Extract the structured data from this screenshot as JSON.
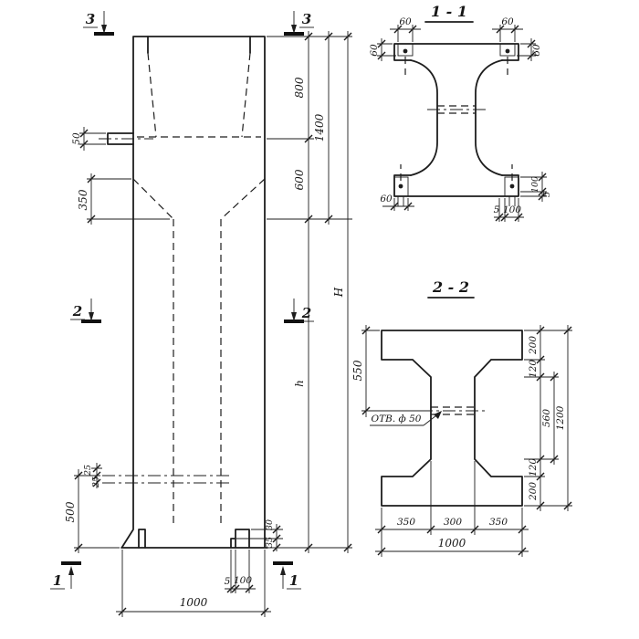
{
  "meta": {
    "background": "#ffffff",
    "ink": "#1d1d1d"
  },
  "elevation": {
    "markers": {
      "top_left": "3",
      "top_right": "3",
      "mid_left": "2",
      "mid_right": "2",
      "bottom_left": "1",
      "bottom_right": "1"
    },
    "dims_left": {
      "d50": "50",
      "d350": "350",
      "d500": "500",
      "d25a": "25",
      "d25b": "25"
    },
    "dims_right": {
      "d800": "800",
      "d600": "600",
      "d1400": "1400",
      "dH": "H",
      "dh": "h",
      "d30": "30",
      "d35": "35"
    },
    "dims_bottom": {
      "d5": "5",
      "d100": "100",
      "d1000": "1000"
    }
  },
  "section_1_1": {
    "title": "1 - 1",
    "dims": {
      "top_left_60": "60",
      "top_right_60": "60",
      "left_60": "60",
      "right_60": "60",
      "bottom_left_60": "60",
      "bottom_5": "5",
      "bottom_100": "100",
      "side_100": "100",
      "side_5": "5"
    }
  },
  "section_2_2": {
    "title": "2 - 2",
    "hole_label": "ОТВ. ф 50",
    "dims": {
      "left_550": "550",
      "right_200_top": "200",
      "right_120_top": "120",
      "right_560": "560",
      "right_120_bot": "120",
      "right_200_bot": "200",
      "right_1200": "1200",
      "bottom_350_left": "350",
      "bottom_300": "300",
      "bottom_350_right": "350",
      "bottom_1000": "1000"
    }
  }
}
